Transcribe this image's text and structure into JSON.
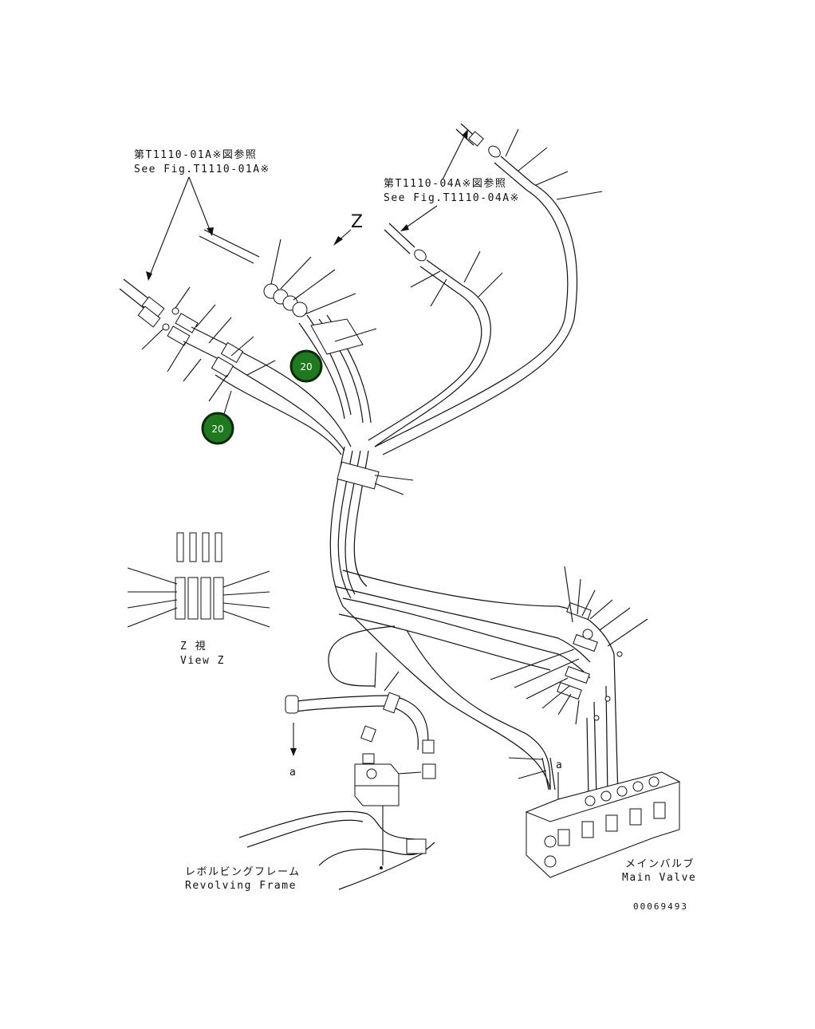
{
  "labels": {
    "ref_left_jp": "第T1110-01A※図参照",
    "ref_left_en": "See Fig.T1110-01A※",
    "ref_right_jp": "第T1110-04A※図参照",
    "ref_right_en": "See Fig.T1110-04A※",
    "view_marker": "Z",
    "view_z_jp": "Z 視",
    "view_z_en": "View Z",
    "frame_jp": "レボルビングフレーム",
    "frame_en": "Revolving Frame",
    "valve_jp": "メインバルブ",
    "valve_en": "Main Valve",
    "arrow_a_left": "a",
    "arrow_a_right": "a",
    "drawing_number": "00069493"
  },
  "badges": {
    "badge_1": "20",
    "badge_2": "20"
  },
  "colors": {
    "badge_fill": "#1f7a1f",
    "line": "#111111"
  }
}
